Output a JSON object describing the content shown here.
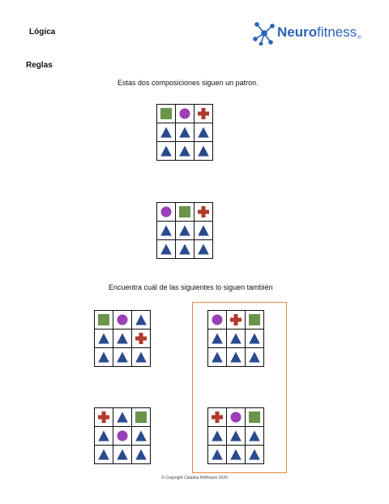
{
  "header": {
    "title": "Lógica",
    "section": "Reglas",
    "logo": {
      "brand_bold": "Neuro",
      "brand_light": "fitness",
      "registered": "®"
    }
  },
  "instructions": {
    "intro": "Estas dos composiciones siguen un patron.",
    "question": "Encuentra cuál de las siguientes lo siguen también"
  },
  "colors": {
    "square": "#6a944a",
    "circle": "#9b3fb5",
    "cross": "#b23a2a",
    "triangle": "#2a4a8e",
    "highlight": "#e0893a"
  },
  "examples": [
    {
      "cells": [
        "square",
        "circle",
        "cross",
        "triangle",
        "triangle",
        "triangle",
        "triangle",
        "triangle",
        "triangle"
      ]
    },
    {
      "cells": [
        "circle",
        "square",
        "cross",
        "triangle",
        "triangle",
        "triangle",
        "triangle",
        "triangle",
        "triangle"
      ]
    }
  ],
  "options": [
    {
      "cells": [
        "square",
        "circle",
        "triangle",
        "triangle",
        "triangle",
        "cross",
        "triangle",
        "triangle",
        "triangle"
      ]
    },
    {
      "cells": [
        "circle",
        "cross",
        "square",
        "triangle",
        "triangle",
        "triangle",
        "triangle",
        "triangle",
        "triangle"
      ],
      "highlighted": true
    },
    {
      "cells": [
        "cross",
        "triangle",
        "square",
        "triangle",
        "circle",
        "triangle",
        "triangle",
        "triangle",
        "triangle"
      ]
    },
    {
      "cells": [
        "cross",
        "circle",
        "square",
        "triangle",
        "triangle",
        "triangle",
        "triangle",
        "triangle",
        "triangle"
      ],
      "highlighted": true
    }
  ],
  "footer": {
    "copyright": "© Copyright Catalina Hoffmann 2020"
  }
}
